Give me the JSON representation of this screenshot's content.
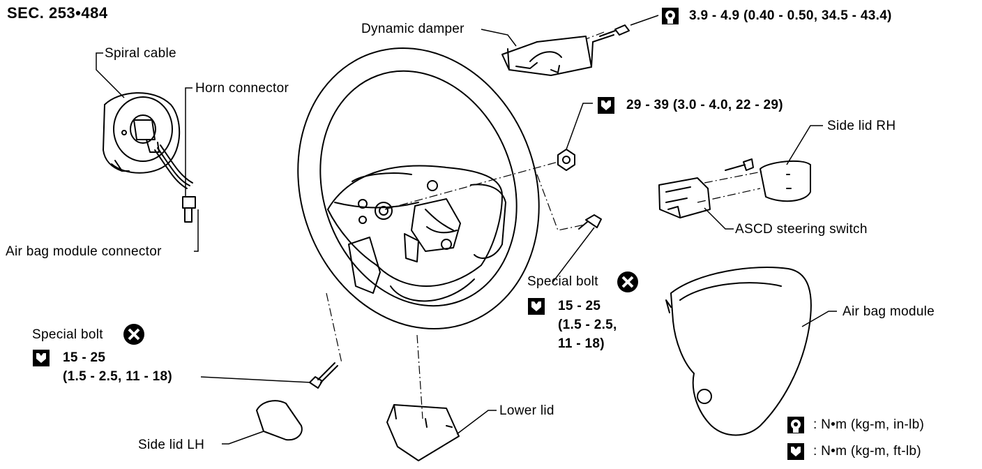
{
  "header": {
    "section": "SEC.  253•484"
  },
  "labels": {
    "spiral_cable": "Spiral cable",
    "horn_connector": "Horn connector",
    "air_bag_module_connector": "Air bag module connector",
    "dynamic_damper": "Dynamic damper",
    "side_lid_rh": "Side lid RH",
    "ascd_steering_switch": "ASCD steering switch",
    "air_bag_module": "Air bag module",
    "lower_lid": "Lower lid",
    "side_lid_lh": "Side lid LH",
    "special_bolt_left": "Special bolt",
    "special_bolt_right": "Special bolt"
  },
  "torque_specs": {
    "damper_bolt": "3.9 - 4.9 (0.40 - 0.50, 34.5 - 43.4)",
    "wheel_nut": "29 - 39 (3.0 - 4.0, 22 - 29)",
    "special_bolt_right": {
      "line1": "15 - 25",
      "line2": "(1.5 - 2.5,",
      "line3": "11 - 18)"
    },
    "special_bolt_left": {
      "line1": "15 - 25",
      "line2": "(1.5 - 2.5, 11 - 18)"
    }
  },
  "legend": {
    "in_lb": ": N•m (kg-m, in-lb)",
    "ft_lb": ": N•m (kg-m, ft-lb)"
  },
  "icons": {
    "torque_in_lb": "wrench-socket-icon",
    "torque_ft_lb": "wrench-open-icon",
    "do_not_reuse": "x-circle-icon"
  }
}
